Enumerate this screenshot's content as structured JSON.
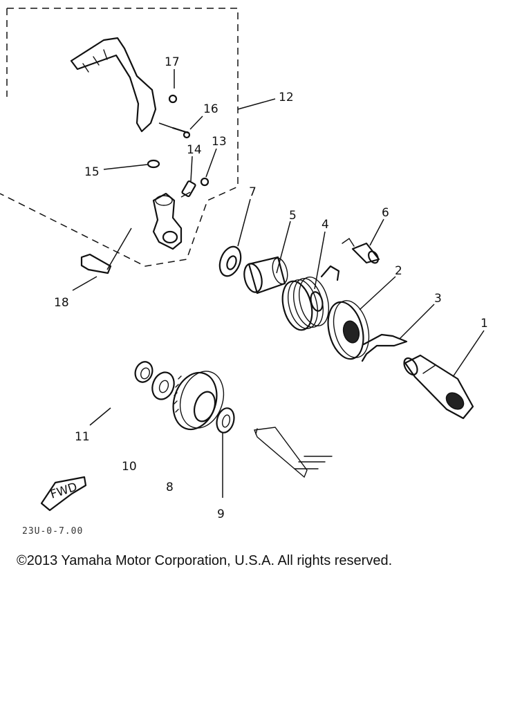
{
  "callouts": {
    "n1": "1",
    "n2": "2",
    "n3": "3",
    "n4": "4",
    "n5": "5",
    "n6": "6",
    "n7": "7",
    "n8": "8",
    "n9": "9",
    "n10": "10",
    "n11": "11",
    "n12": "12",
    "n13": "13",
    "n14": "14",
    "n15": "15",
    "n16": "16",
    "n17": "17",
    "n18": "18"
  },
  "fwd_label": "FWD",
  "diagram_code": "23U-0-7.00",
  "copyright": "©2013 Yamaha Motor Corporation, U.S.A. All rights reserved."
}
